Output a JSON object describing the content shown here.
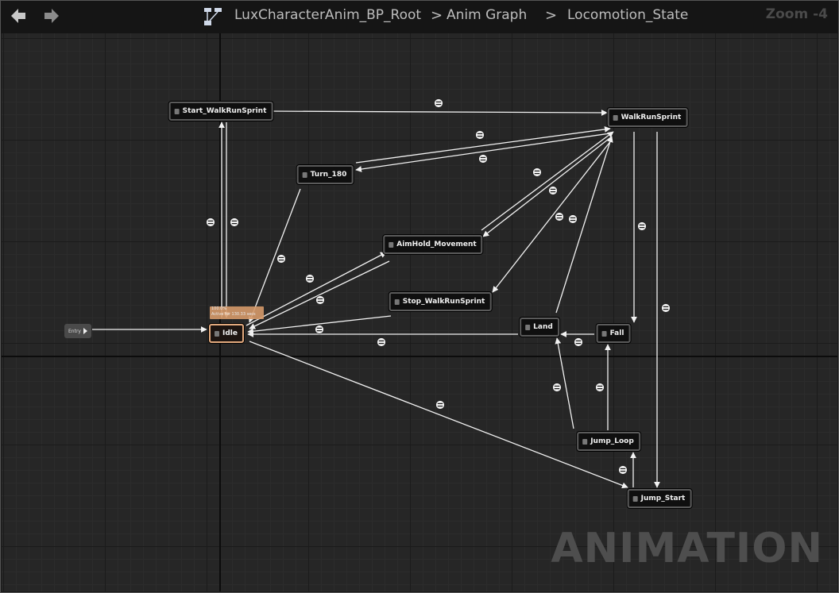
{
  "toolbar": {
    "back_icon": "back-arrow-icon",
    "forward_icon": "forward-arrow-icon",
    "graph_icon": "state-machine-icon",
    "breadcrumbs": [
      "LuxCharacterAnim_BP_Root",
      "Anim Graph",
      "Locomotion_State"
    ],
    "separator": ">",
    "zoom": "Zoom -4"
  },
  "graph": {
    "entry_label": "Entry",
    "active_info": [
      "100.0%",
      "Active for 130.33 secs"
    ],
    "watermark": "ANIMATION",
    "states": {
      "start_walk": "Start_WalkRunSprint",
      "walk": "WalkRunSprint",
      "turn": "Turn_180",
      "aim": "AimHold_Movement",
      "stop_walk": "Stop_WalkRunSprint",
      "idle": "Idle",
      "land": "Land",
      "fall": "Fall",
      "jump_loop": "Jump_Loop",
      "jump_start": "Jump_Start"
    },
    "active_state": "Idle",
    "colors": {
      "active": "#e2a97d",
      "edge": "#f2f2f2",
      "node_bg": "#0f0f0f"
    }
  }
}
